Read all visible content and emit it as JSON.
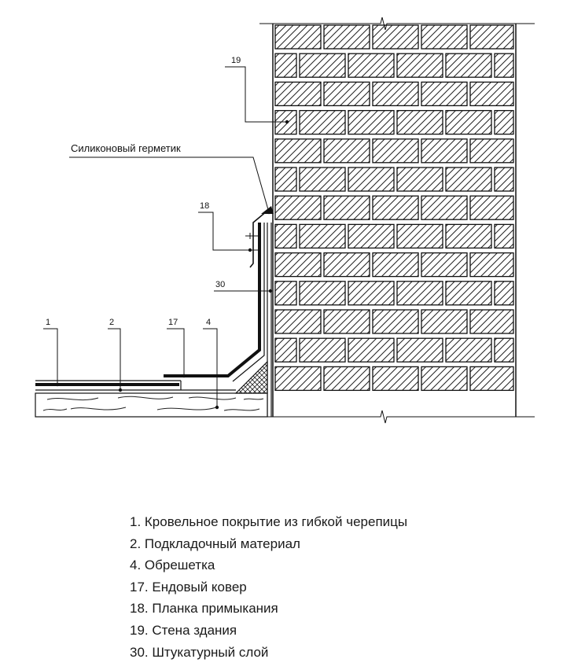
{
  "callouts": {
    "sealant": "Силиконовый герметик",
    "c19": "19",
    "c18": "18",
    "c30": "30",
    "c1": "1",
    "c2": "2",
    "c17": "17",
    "c4": "4"
  },
  "legend": [
    "1. Кровельное покрытие из гибкой черепицы",
    "2. Подкладочный материал",
    "4. Обрешетка",
    "17. Ендовый ковер",
    "18. Планка примыкания",
    "19. Стена здания",
    "30. Штукатурный слой"
  ]
}
